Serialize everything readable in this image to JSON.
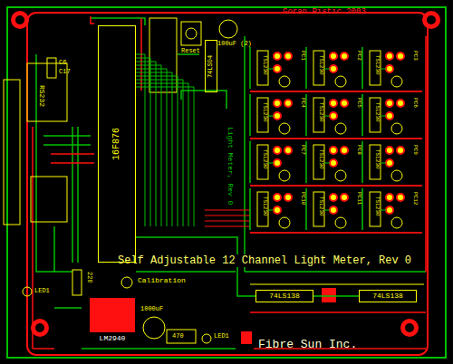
{
  "diagram": {
    "title": "Self Adjustable 12 Channel Light Meter, Rev 0",
    "nodes": [
      {
        "text": [
          "16F876"
        ]
      },
      {
        "text": [
          "74LS04"
        ]
      },
      {
        "text": [
          "74LS138"
        ]
      },
      {
        "text": [
          "74LS138"
        ]
      },
      {
        "text": [
          "LM2940"
        ]
      }
    ],
    "edges": [
      {
        "from": 0,
        "to": 2,
        "arrow": "none"
      },
      {
        "from": 2,
        "to": 3,
        "arrow": "none"
      }
    ],
    "labels": [
      "Goran Ristic 2003",
      "C6",
      "C17",
      "RS232",
      "Reset",
      "100uF (2)",
      "Light Meter, Rev 0",
      "Calibration",
      "1000uF",
      "470",
      "LED1",
      "LED1",
      "220",
      "Fibre Sun Inc.",
      "TSL230",
      "TSL230",
      "TSL230",
      "TSL230",
      "TSL230",
      "TSL230",
      "TSL230",
      "TSL230",
      "TSL230",
      "TSL230",
      "TSL230",
      "TSL230",
      "PC1",
      "PC2",
      "PC3",
      "PC4",
      "PC5",
      "PC6",
      "PC7",
      "PC8",
      "PC9",
      "PC10",
      "PC11",
      "PC12"
    ]
  }
}
